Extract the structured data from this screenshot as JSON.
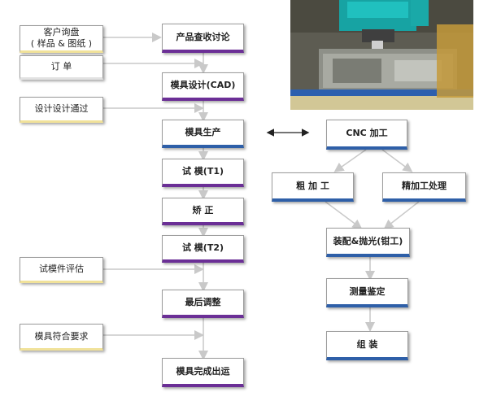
{
  "left_inputs": {
    "customer_inquiry_line1": "客户询盘",
    "customer_inquiry_line2": "( 样品 & 图纸 )",
    "order": "订 单",
    "design_approved": "设计设计通过",
    "trial_evaluation": "试模件评估",
    "meets_requirements": "模具符合要求"
  },
  "main_flow": {
    "product_review": "产品查收讨论",
    "mold_design": "模具设计(CAD)",
    "mold_production": "模具生产",
    "trial_t1": "试 模(T1)",
    "correction": "矫 正",
    "trial_t2": "试 模(T2)",
    "final_adjust": "最后调整",
    "mold_shipment": "模具完成出运"
  },
  "cnc_flow": {
    "cnc": "CNC 加工",
    "rough": "粗 加 工",
    "finish": "精加工处理",
    "assembly_polish": "装配&抛光(钳工)",
    "measurement": "测量鉴定",
    "assembly": "组 装"
  },
  "photo": {
    "subject": "cnc-milling-machine"
  },
  "colors": {
    "purple_bar": "#6b2f96",
    "blue_bar": "#2e5fa8",
    "dark_bar": "#3b3b3b",
    "arrow": "#c9c9c9"
  }
}
